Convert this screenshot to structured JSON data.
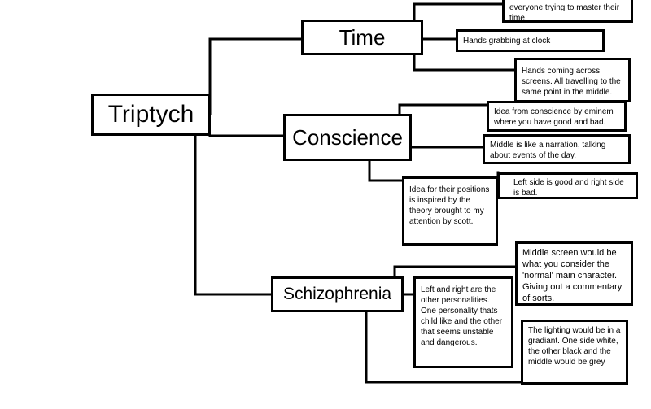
{
  "diagram": {
    "root": {
      "label": "Triptych"
    },
    "branches": [
      {
        "label": "Time",
        "notes": [
          "everyone trying to master their time.",
          "Hands grabbing at clock",
          "Hands coming across screens. All travelling to the same point in the middle."
        ]
      },
      {
        "label": "Conscience",
        "notes": [
          "Idea from conscience by eminem where you have good and bad.",
          "Middle is like a narration, talking about events of the day.",
          "Left side is good and right side is bad.",
          "Idea for their positions is inspired by the theory brought to my attention by scott."
        ]
      },
      {
        "label": "Schizophrenia",
        "notes": [
          "Middle screen would be what you consider the 'normal' main character. Giving out a commentary of sorts.",
          "Left and right are the other personalities. One personality thats child like and the other that seems unstable and dangerous.",
          "The lighting would be in a gradiant. One side white, the other black and the middle would be grey"
        ]
      }
    ]
  }
}
